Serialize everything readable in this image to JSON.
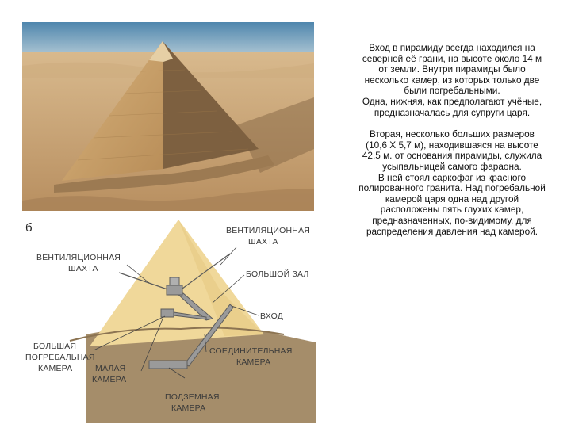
{
  "text": {
    "p1": "Вход в пирамиду всегда находился на северной её грани, на высоте около 14 м от земли. Внутри пирамиды было несколько камер, из которых только две были погребальными.",
    "p2": "Одна, нижняя, как предполагают учёные, предназначалась для супруги царя.",
    "p3": "Вторая, несколько больших размеров (10,6 Х 5,7 м), находившаяся на высоте 42,5 м. от основания пирамиды, служила усыпальницей самого фараона.",
    "p4": "В ней стоял саркофаг из красного полированного гранита. Над погребальной камерой царя одна над другой расположены пять глухих камер, предназначенных, по-видимому, для распределения давления над камерой."
  },
  "diagram": {
    "fig_label": "б",
    "labels": {
      "vent_left_1": "ВЕНТИЛЯЦИОННАЯ",
      "vent_left_2": "ШАХТА",
      "vent_right_1": "ВЕНТИЛЯЦИОННАЯ",
      "vent_right_2": "ШАХТА",
      "grand_gallery": "БОЛЬШОЙ ЗАЛ",
      "entrance": "ВХОД",
      "big_burial_1": "БОЛЬШАЯ",
      "big_burial_2": "ПОГРЕБАЛЬНАЯ",
      "big_burial_3": "КАМЕРА",
      "connecting_1": "СОЕДИНИТЕЛЬНАЯ",
      "connecting_2": "КАМЕРА",
      "small_1": "МАЛАЯ",
      "small_2": "КАМЕРА",
      "underground_1": "ПОДЗЕМНАЯ",
      "underground_2": "КАМЕРА"
    }
  },
  "colors": {
    "sky": "#5c8fb3",
    "pyramid_lit": "#c9a06a",
    "pyramid_shadow": "#7d6040",
    "diagram_fill": "#f0d89a",
    "ground": "#a58d6a"
  }
}
